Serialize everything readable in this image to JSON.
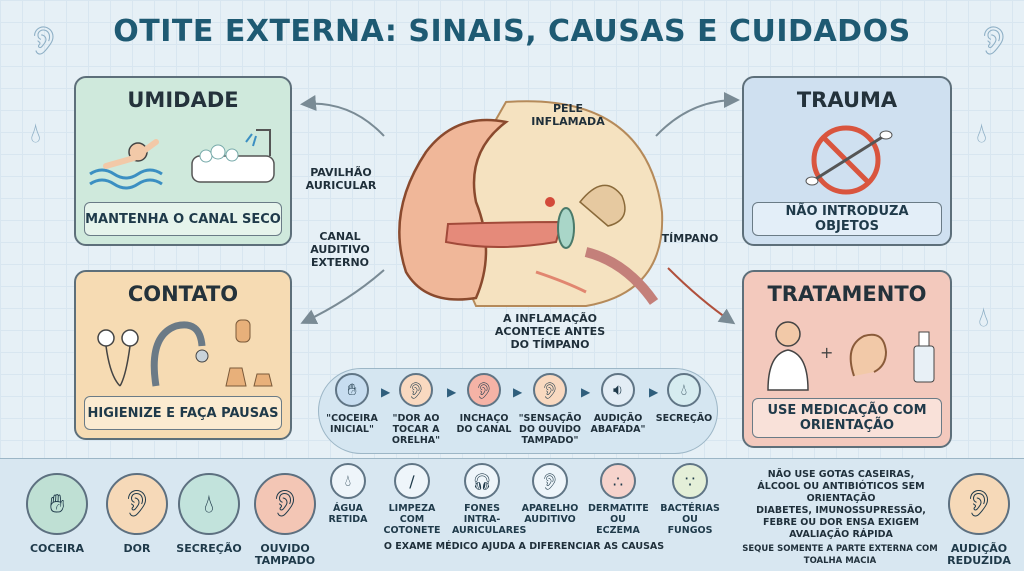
{
  "title": "OTITE EXTERNA: SINAIS, CAUSAS E CUIDADOS",
  "cards": {
    "umidade": {
      "title": "UMIDADE",
      "tip": "MANTENHA O CANAL SECO"
    },
    "contato": {
      "title": "CONTATO",
      "tip": "HIGIENIZE E FAÇA PAUSAS"
    },
    "trauma": {
      "title": "TRAUMA",
      "tip": "NÃO INTRODUZA OBJETOS"
    },
    "tratamento": {
      "title": "TRATAMENTO",
      "tip": "USE MEDICAÇÃO COM ORIENTAÇÃO"
    }
  },
  "anatomy": {
    "pavilhao": "PAVILHÃO AURICULAR",
    "canal": "CANAL AUDITIVO EXTERNO",
    "pele": "PELE INFLAMADA",
    "timpano": "TÍMPANO",
    "nota": "A INFLAMAÇÃO ACONTECE ANTES DO TÍMPANO"
  },
  "progression": [
    {
      "label": "\"COCEIRA INICIAL\""
    },
    {
      "label": "\"DOR AO TOCAR A ORELHA\""
    },
    {
      "label": "INCHAÇO DO CANAL"
    },
    {
      "label": "\"SENSAÇÃO DO OUVIDO TAMPADO\""
    },
    {
      "label": "AUDIÇÃO ABAFADA\""
    },
    {
      "label": "SECREÇÃO"
    }
  ],
  "symptoms": [
    {
      "label": "COCEIRA"
    },
    {
      "label": "DOR"
    },
    {
      "label": "SECREÇÃO"
    },
    {
      "label": "OUVIDO TAMPADO"
    }
  ],
  "causes": [
    {
      "label": "ÁGUA RETIDA"
    },
    {
      "label": "LIMPEZA COM COTONETE"
    },
    {
      "label": "FONES INTRA-AURICULARES"
    },
    {
      "label": "APARELHO AUDITIVO"
    },
    {
      "label": "DERMATITE OU ECZEMA"
    },
    {
      "label": "BACTÉRIAS OU FUNGOS"
    }
  ],
  "causes_note": "O EXAME MÉDICO AJUDA A DIFERENCIAR AS CAUSAS",
  "warnings": {
    "w1": "NÃO USE GOTAS CASEIRAS, ÁLCOOL OU ANTIBIÓTICOS SEM ORIENTAÇÃO",
    "w2": "DIABETES, IMUNOSSUPRESSÃO, FEBRE OU DOR ENSA EXIGEM AVALIAÇÃO RÁPIDA",
    "w3": "SEQUE SOMENTE A PARTE EXTERNA COM TOALHA MACIA"
  },
  "hearing_loss": "AUDIÇÃO REDUZIDA",
  "colors": {
    "title": "#1e5a73",
    "umidade": "#cfe9dc",
    "contato": "#f6dbb3",
    "trauma": "#cfe0f0",
    "tratamento": "#f3c9bd"
  }
}
